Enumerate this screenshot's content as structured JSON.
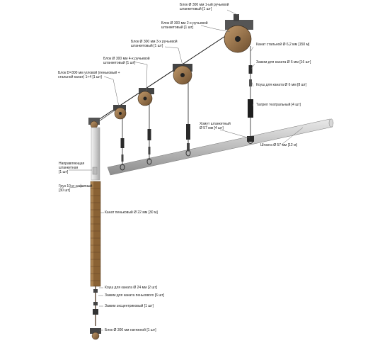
{
  "labels": {
    "block1": "Блок Ø 300 мм 1-ый ручьевой\nштанкетовый [1 шт]",
    "block2": "Блок Ø 300 мм 2-х ручьевой\nштанкетовый [1 шт]",
    "block3": "Блок Ø 300 мм 3-х ручьевой\nштанкетовый [1 шт]",
    "block4": "Блок Ø 300 мм 4-х ручьевой\nштанкетовый [1 шт]",
    "corner_block": "Блок D=300 мм угловой (пеньковый +\nстальной канат) 1+4 [1 шт]",
    "steel_cable": "Канат стальной Ø 6,2 мм [150 м]",
    "cable_clamp_top": "Зажим для каната Ø 6 мм [16 шт]",
    "thimble_6": "Коуш для каната Ø 6 мм [8 шт]",
    "turnbuckle": "Талреп театральный [4 шт]",
    "collar": "Хомут штанкетный\nØ 57 мм [4 шт]",
    "batten_pipe": "Штанга Ø 57 мм [12 м]",
    "counterweight_guide": "Направляющая\nштанкетная\n[1 шт]",
    "counterweight": "Груз 10 кг софитный\n[30 шт]",
    "hemp_rope": "Канат пеньковый Ø 22 мм [30 м]",
    "thimble_24": "Коуш для каната Ø 24 мм [2 шт]",
    "hemp_clamp": "Зажим для каната пенькового [6 шт]",
    "eccentric_clamp": "Зажим эксцентриковый [1 шт]",
    "tension_block": "Блок Ø 300 мм натяжной [1 шт]"
  }
}
